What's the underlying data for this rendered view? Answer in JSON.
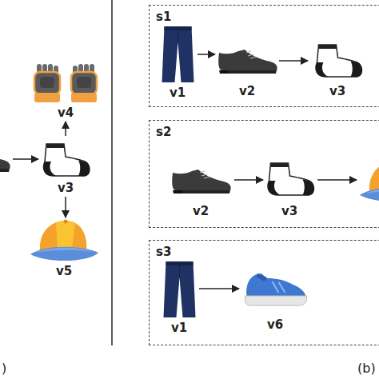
{
  "diagram": {
    "nodes": [
      {
        "text": [
          "v4"
        ]
      },
      {
        "text": [
          "v3"
        ]
      },
      {
        "text": [
          "v5"
        ]
      },
      {
        "text": [
          "s1"
        ]
      },
      {
        "text": [
          "v1"
        ],
        "in": 3
      },
      {
        "text": [
          "v2"
        ],
        "in": 3
      },
      {
        "text": [
          "v3"
        ],
        "in": 3
      },
      {
        "text": [
          "s2"
        ]
      },
      {
        "text": [
          "v2"
        ],
        "in": 7
      },
      {
        "text": [
          "v3"
        ],
        "in": 7
      },
      {
        "text": [
          "s3"
        ]
      },
      {
        "text": [
          "v1"
        ],
        "in": 10
      },
      {
        "text": [
          "v6"
        ],
        "in": 10
      }
    ],
    "edges": [
      {
        "from": 1,
        "to": 0,
        "arrow": "to"
      },
      {
        "from": 1,
        "to": 2,
        "arrow": "to"
      },
      {
        "from": 4,
        "to": 5,
        "arrow": "to"
      },
      {
        "from": 5,
        "to": 6,
        "arrow": "to"
      },
      {
        "from": 8,
        "to": 9,
        "arrow": "to"
      },
      {
        "from": 11,
        "to": 12,
        "arrow": "to"
      }
    ],
    "labels": [
      ")",
      "(b)"
    ]
  }
}
